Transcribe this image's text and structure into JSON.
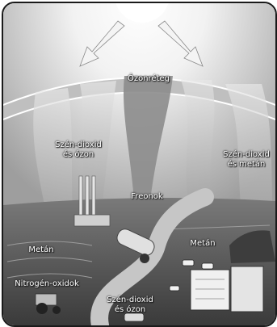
{
  "labels": {
    "ozone_layer": "Ózonréteg",
    "co2_ozone_left": {
      "line1": "Szén-dioxid",
      "line2": "és ózon"
    },
    "freons": "Freonok",
    "co2_methane": {
      "line1": "Szén-dioxid",
      "line2": "és metán"
    },
    "methane_left": "Metán",
    "methane_right": "Metán",
    "nitrogen_oxides": "Nitrogén-oxidok",
    "co2_ozone_bottom": {
      "line1": "Szén-dioxid",
      "line2": "és ózon"
    }
  },
  "colors": {
    "sky": "#cfcfcf",
    "ozone_band": "#9a9a9a",
    "ground": "#5e5e5e",
    "road": "#b8b8b8",
    "arrow": "#f4f4f4",
    "frame": "#1a1a1a"
  },
  "icons": [
    "sun-icon",
    "factory-icon",
    "tanker-truck-icon",
    "tractor-icon",
    "car-icon",
    "cow-icon",
    "refrigerator-icon"
  ]
}
